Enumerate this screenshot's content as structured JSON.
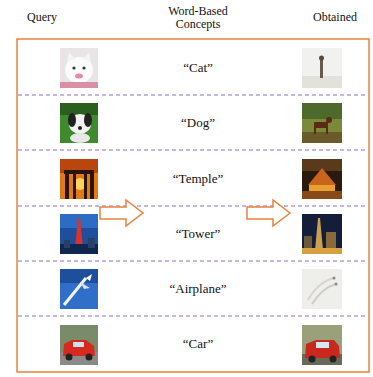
{
  "diagram": {
    "labels": [
      "Query",
      "Word-Based Concepts",
      "Obtained",
      "“Cat”",
      "“Dog”",
      "“Temple”",
      "“Tower”",
      "“Airplane”",
      "“Car”"
    ]
  }
}
